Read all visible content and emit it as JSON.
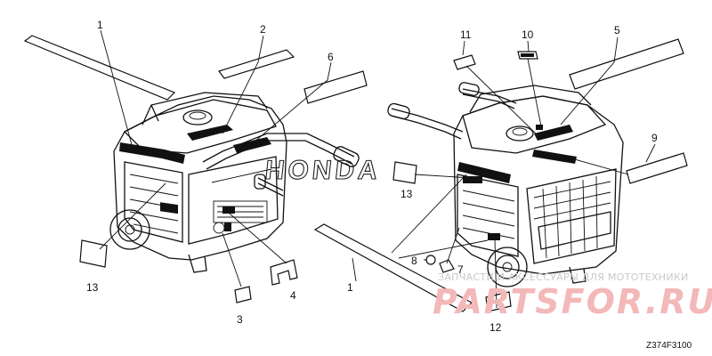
{
  "diagram": {
    "callouts": {
      "c1a": "1",
      "c2": "2",
      "c3": "3",
      "c4": "4",
      "c5": "5",
      "c6": "6",
      "c7": "7",
      "c8": "8",
      "c9": "9",
      "c10": "10",
      "c11": "11",
      "c12": "12",
      "c13a": "13",
      "c13b": "13",
      "c1b": "1"
    },
    "brand_text": "HONDA",
    "diagram_code": "Z374F3100",
    "watermark": {
      "subtitle": "ЗАПЧАСТИ И АКСЕССУАРЫ ДЛЯ МОТОТЕХНИКИ",
      "logo": "PARTSFOR.RU"
    }
  }
}
